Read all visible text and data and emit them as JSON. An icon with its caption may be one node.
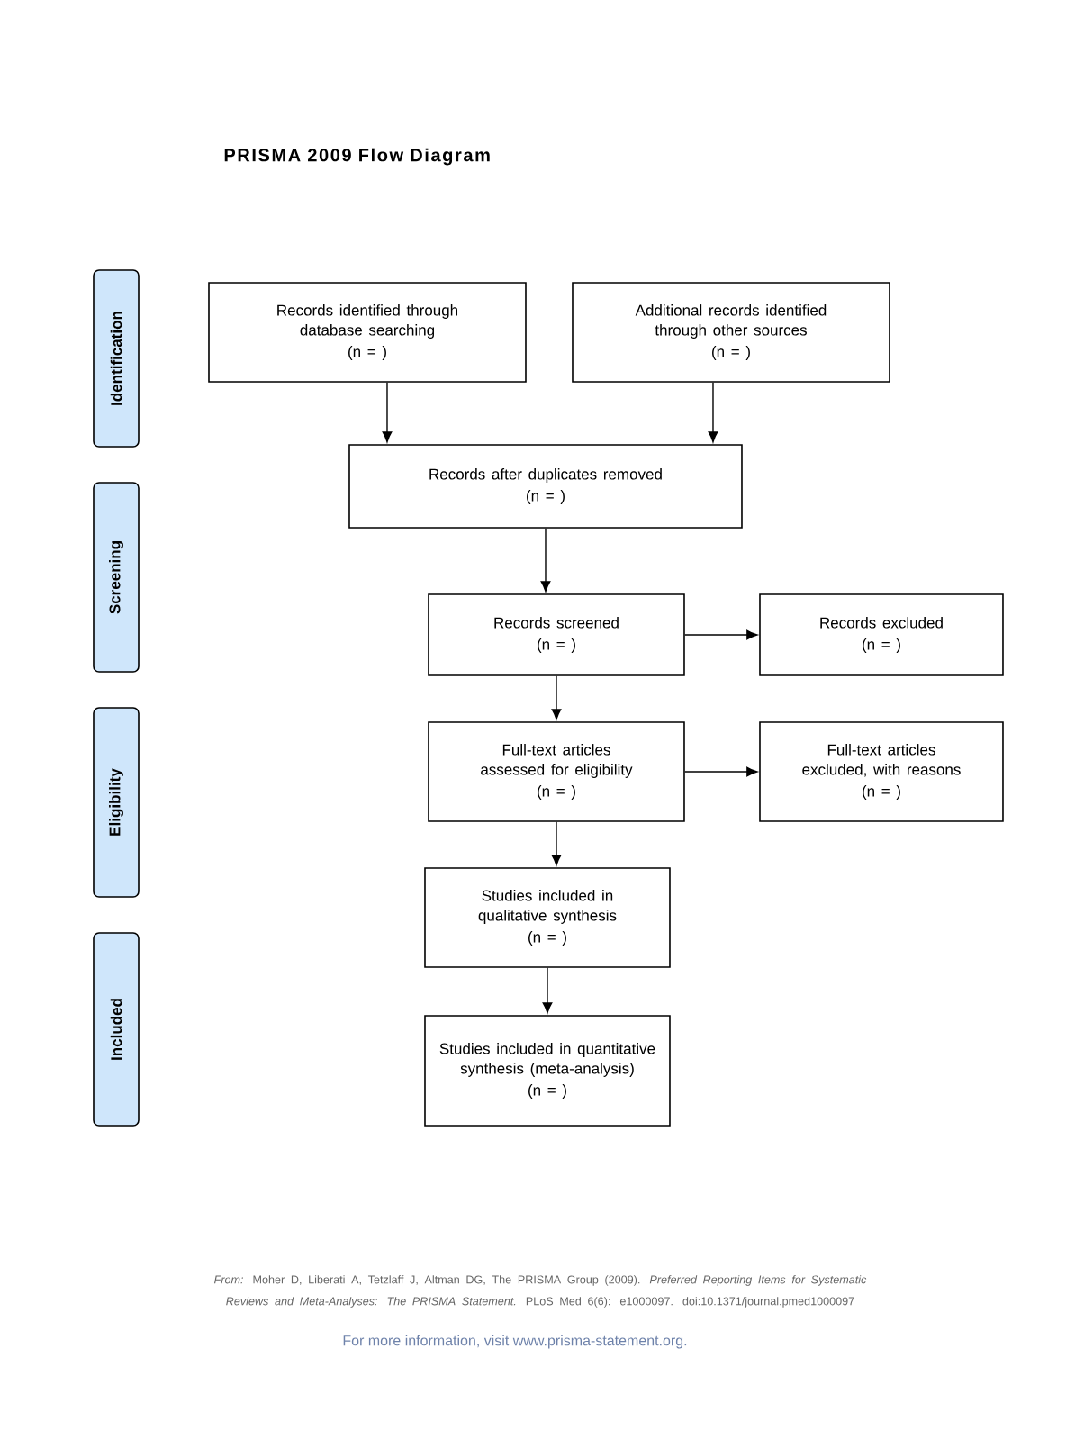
{
  "diagram": {
    "title": "PRISMA 2009 Flow Diagram",
    "nodes": [
      {
        "text": [
          "Identification"
        ]
      },
      {
        "text": [
          "Screening"
        ]
      },
      {
        "text": [
          "Eligibility"
        ]
      },
      {
        "text": [
          "Included"
        ]
      },
      {
        "text": [
          "Records identified through database searching",
          "(n = )"
        ]
      },
      {
        "text": [
          "Additional records identified through other sources",
          "(n = )"
        ]
      },
      {
        "text": [
          "Records after duplicates removed",
          "(n = )"
        ]
      },
      {
        "text": [
          "Records screened",
          "(n = )"
        ]
      },
      {
        "text": [
          "Records excluded",
          "(n = )"
        ]
      },
      {
        "text": [
          "Full-text articles assessed for eligibility",
          "(n = )"
        ]
      },
      {
        "text": [
          "Full-text articles excluded, with reasons",
          "(n = )"
        ]
      },
      {
        "text": [
          "Studies included in qualitative synthesis",
          "(n = )"
        ]
      },
      {
        "text": [
          "Studies included in quantitative synthesis (meta-analysis)",
          "(n = )"
        ]
      }
    ],
    "edges": [
      {
        "from": 4,
        "to": 6,
        "arrow": "to"
      },
      {
        "from": 5,
        "to": 6,
        "arrow": "to"
      },
      {
        "from": 6,
        "to": 7,
        "arrow": "to"
      },
      {
        "from": 7,
        "to": 8,
        "arrow": "to"
      },
      {
        "from": 7,
        "to": 9,
        "arrow": "to"
      },
      {
        "from": 9,
        "to": 10,
        "arrow": "to"
      },
      {
        "from": 9,
        "to": 11,
        "arrow": "to"
      },
      {
        "from": 11,
        "to": 12,
        "arrow": "to"
      }
    ],
    "caption": "*From:*  Moher D, Liberati A, Tetzlaff J, Altman DG, The PRISMA Group (2009). *Preferred Reporting Items for Systematic Reviews and Meta-Analyses: The PRISMA Statement.* PLoS Med 6(6): e1000097. doi:10.1371/journal.pmed1000097",
    "labels": [
      "For more information, visit www.prisma-statement.org."
    ]
  }
}
